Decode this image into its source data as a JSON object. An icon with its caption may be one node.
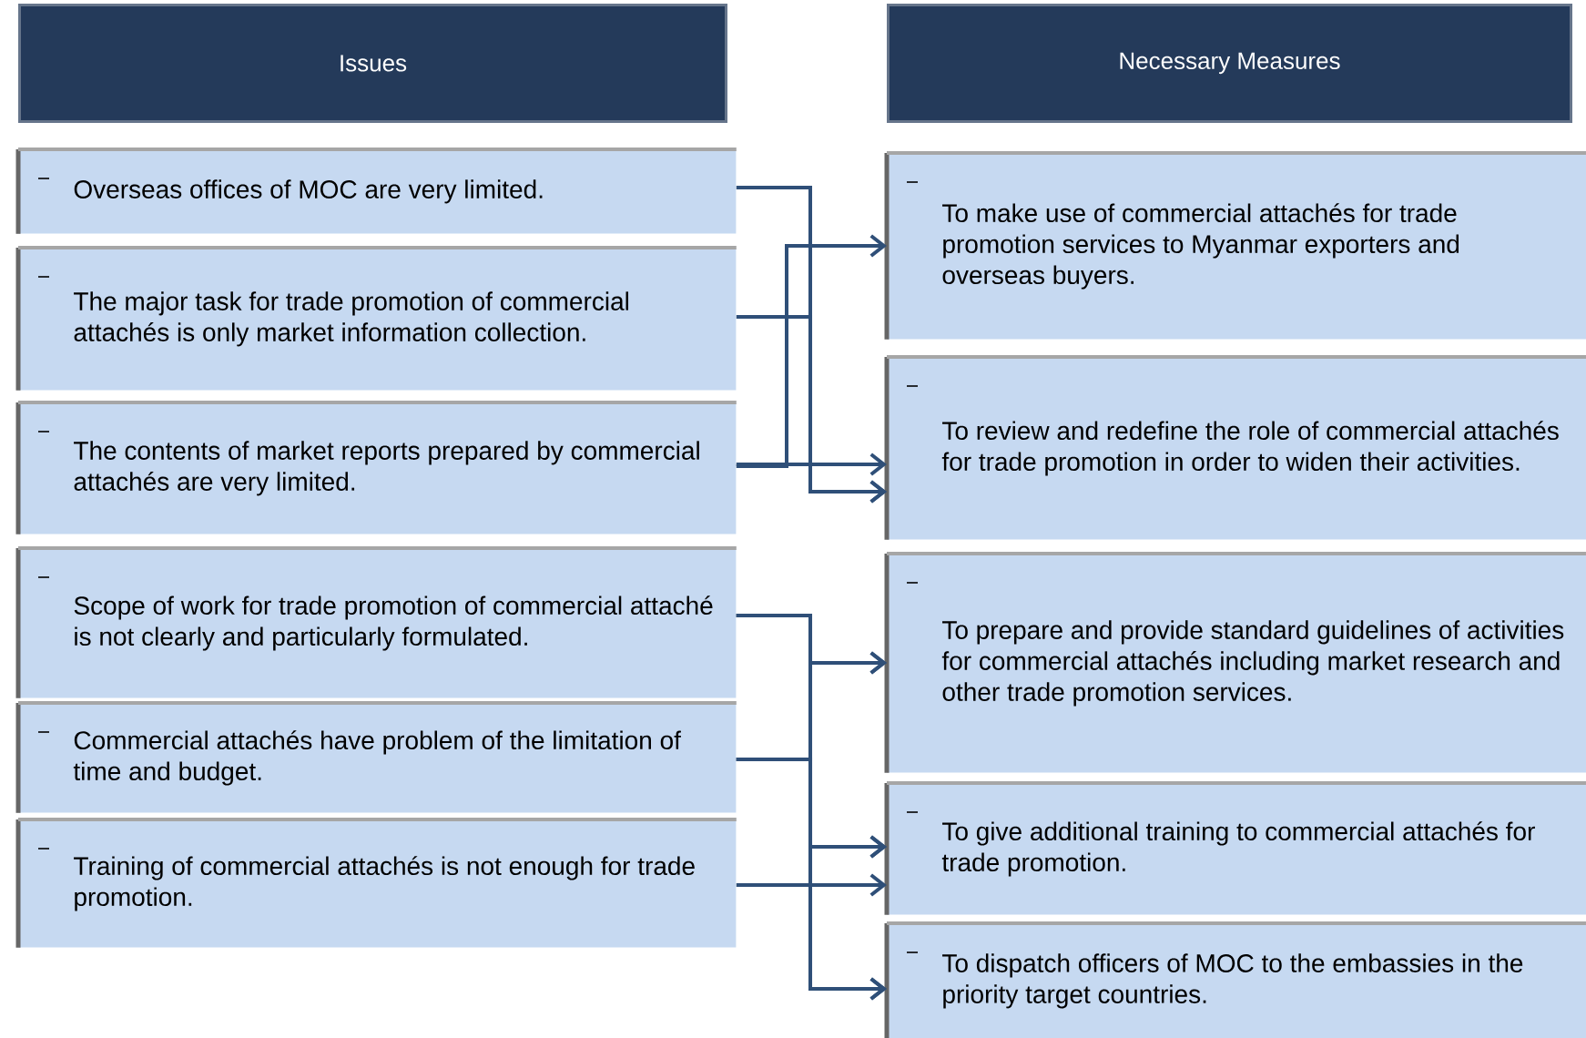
{
  "diagram": {
    "nodes": [
      {
        "text": [
          "Issues"
        ]
      },
      {
        "text": [
          "Necessary Measures"
        ]
      },
      {
        "text": [
          "Overseas offices of MOC are very limited."
        ]
      },
      {
        "text": [
          "The major task for trade promotion of commercial attachés is only market information collection."
        ]
      },
      {
        "text": [
          "The contents of market reports prepared by commercial attachés are very limited."
        ]
      },
      {
        "text": [
          "Scope of work for trade promotion of commercial attaché is not clearly and particularly formulated."
        ]
      },
      {
        "text": [
          "Commercial attachés have problem of the limitation of time and budget."
        ]
      },
      {
        "text": [
          "Training of commercial attachés is not enough for trade promotion."
        ]
      },
      {
        "text": [
          "To make use of commercial attachés for trade promotion services to Myanmar exporters and overseas buyers."
        ]
      },
      {
        "text": [
          "To review and redefine the role of commercial attachés for trade promotion in order to widen their activities."
        ]
      },
      {
        "text": [
          "To prepare and provide standard guidelines of activities for commercial attachés including market research and other trade promotion services."
        ]
      },
      {
        "text": [
          "To give additional training to commercial attachés for trade promotion."
        ]
      },
      {
        "text": [
          "To dispatch officers of MOC to the embassies in the priority target countries."
        ]
      }
    ],
    "edges": [
      {
        "from": 2,
        "to": 9,
        "arrow": "to"
      },
      {
        "from": 3,
        "to": 9,
        "arrow": "to"
      },
      {
        "from": 4,
        "to": 8,
        "arrow": "to"
      },
      {
        "from": 4,
        "to": 9,
        "arrow": "to"
      },
      {
        "from": 5,
        "to": 10,
        "arrow": "to"
      },
      {
        "from": 5,
        "to": 11,
        "arrow": "to"
      },
      {
        "from": 5,
        "to": 12,
        "arrow": "to"
      },
      {
        "from": 6,
        "to": 10,
        "arrow": "to"
      },
      {
        "from": 6,
        "to": 11,
        "arrow": "to"
      },
      {
        "from": 6,
        "to": 12,
        "arrow": "to"
      },
      {
        "from": 7,
        "to": 11,
        "arrow": "to"
      }
    ]
  }
}
